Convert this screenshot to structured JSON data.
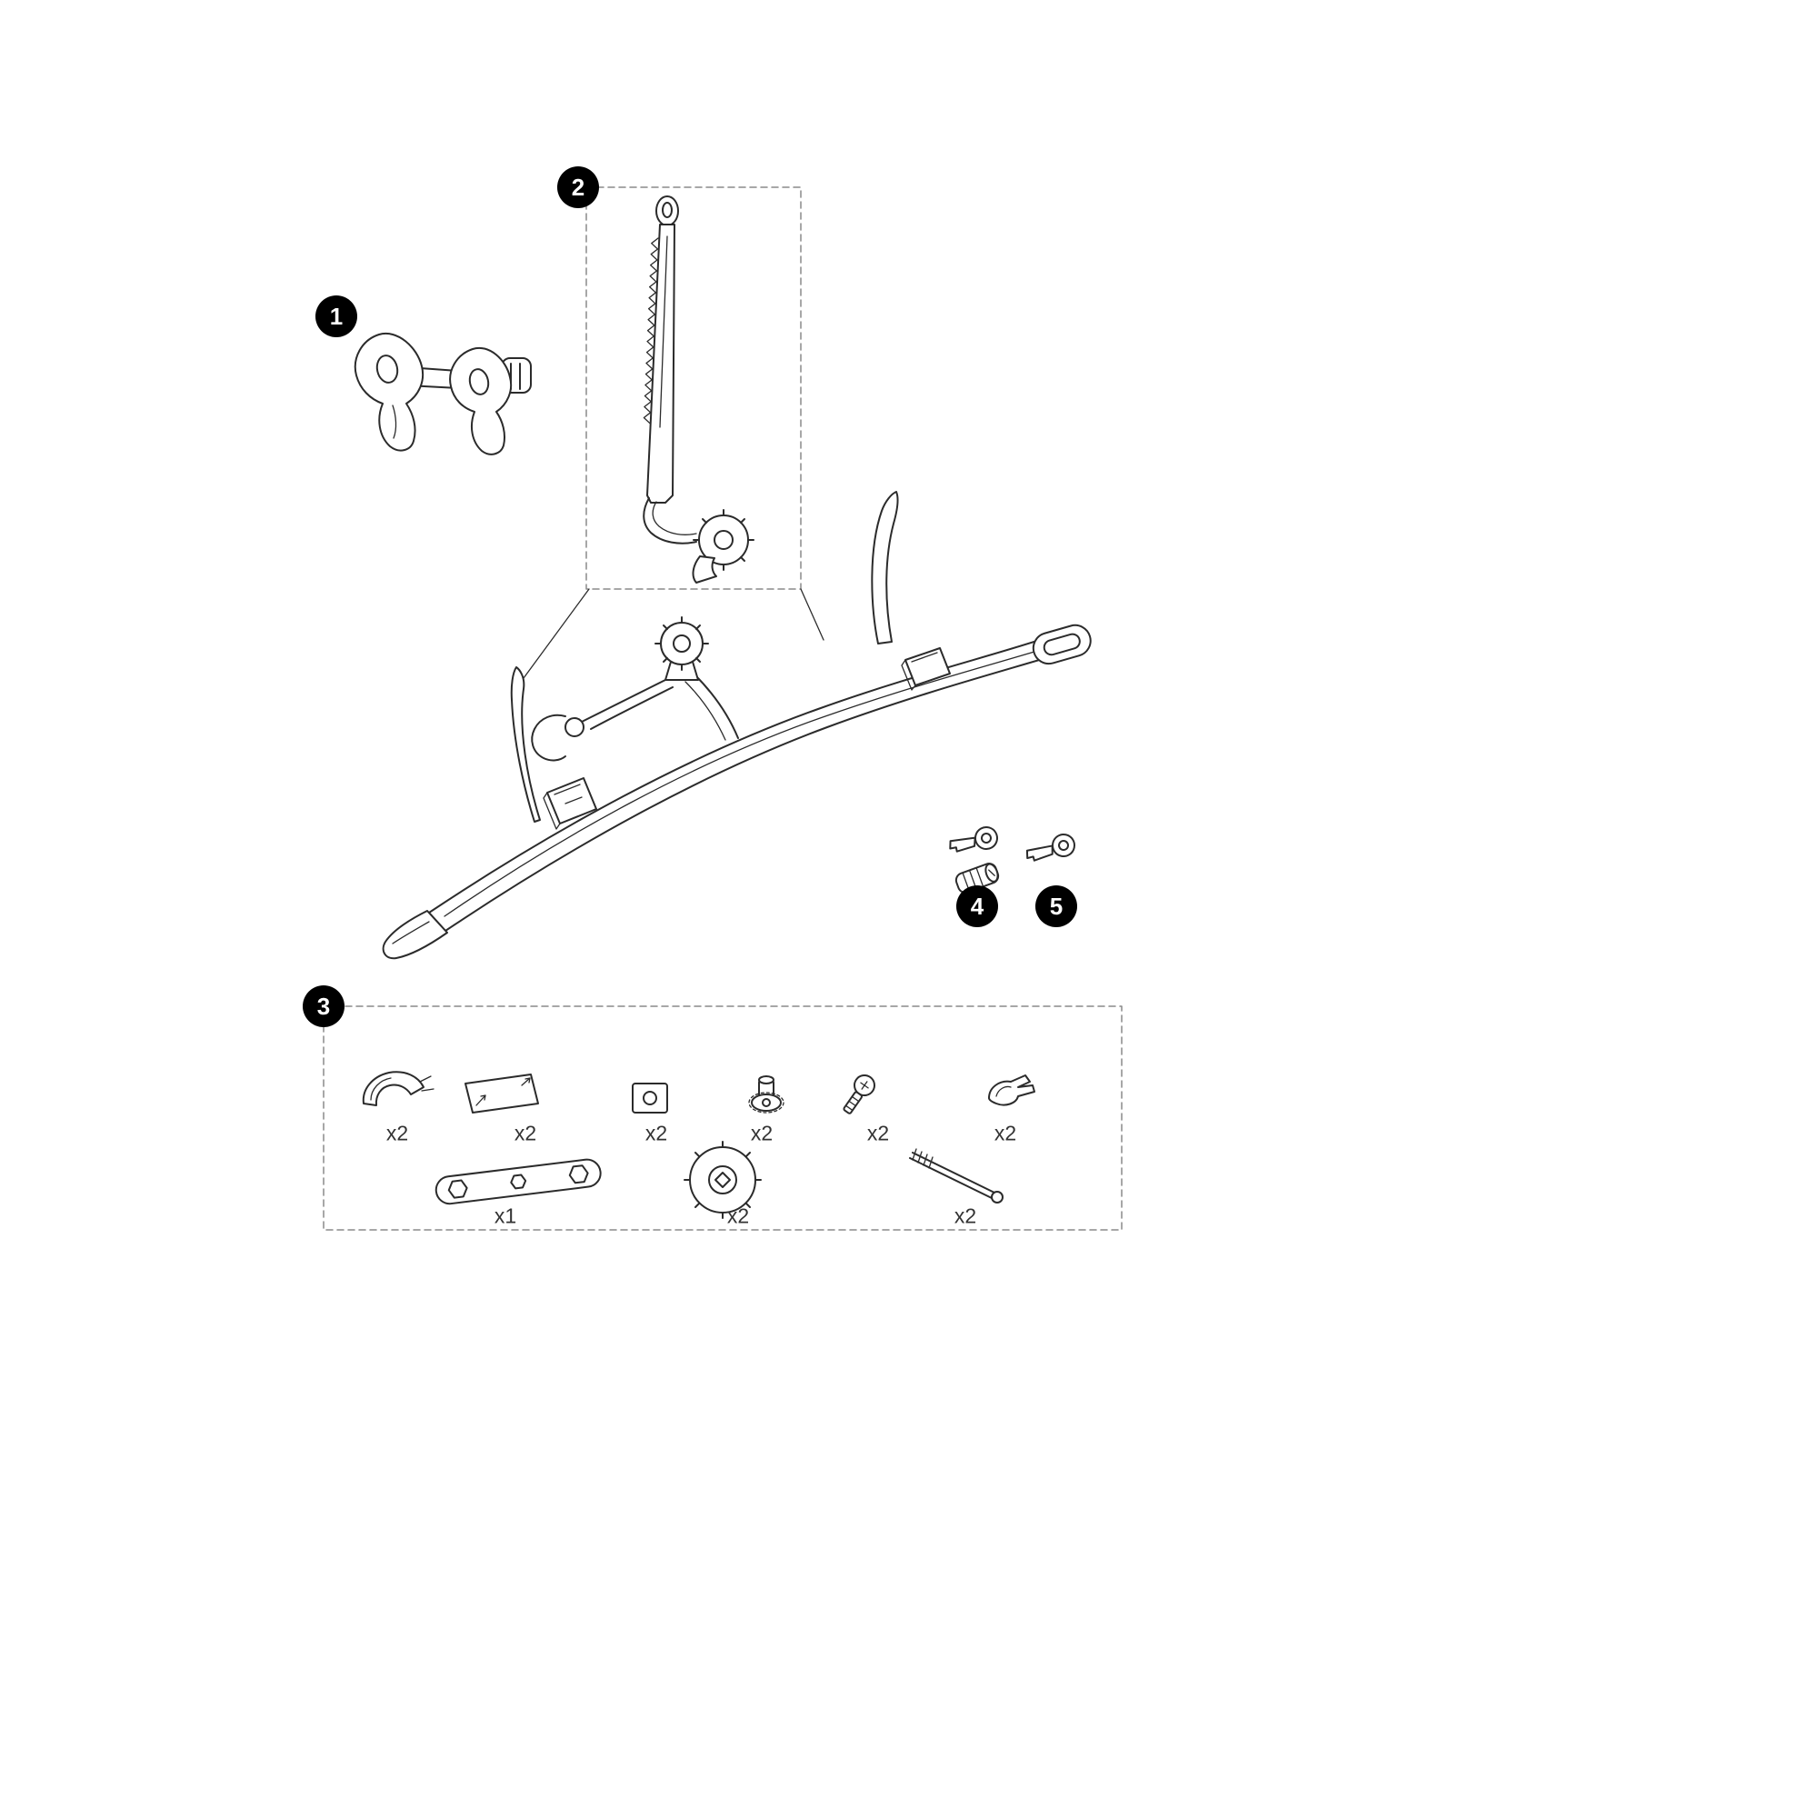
{
  "colors": {
    "background": "#ffffff",
    "line_art": "#2b2b2b",
    "badge_background": "#000000",
    "badge_text": "#ffffff",
    "dashed_box": "#8a8a8a"
  },
  "badges": [
    {
      "label": "1"
    },
    {
      "label": "2"
    },
    {
      "label": "3"
    },
    {
      "label": "4"
    },
    {
      "label": "5"
    }
  ],
  "parts": {
    "part1": "wheel-hub-adapter",
    "part2": "ratchet-arm",
    "part3": "assembly-hardware-kit",
    "part4": "lock-cylinder-with-key",
    "part5": "spare-key",
    "main": "bike-wheel-holder-frame"
  },
  "kit": {
    "row1": [
      {
        "icon": "end-cap-icon",
        "qty": "x2"
      },
      {
        "icon": "adhesive-pad-icon",
        "qty": "x2"
      },
      {
        "icon": "square-nut-icon",
        "qty": "x2"
      },
      {
        "icon": "serrated-flange-bolt-icon",
        "qty": "x2"
      },
      {
        "icon": "pan-head-screw-icon",
        "qty": "x2"
      },
      {
        "icon": "spring-clip-icon",
        "qty": "x2"
      }
    ],
    "row2": [
      {
        "icon": "multi-tool-wrench-icon",
        "qty": "x1"
      },
      {
        "icon": "star-knob-icon",
        "qty": "x2"
      },
      {
        "icon": "long-bolt-icon",
        "qty": "x2"
      }
    ]
  }
}
